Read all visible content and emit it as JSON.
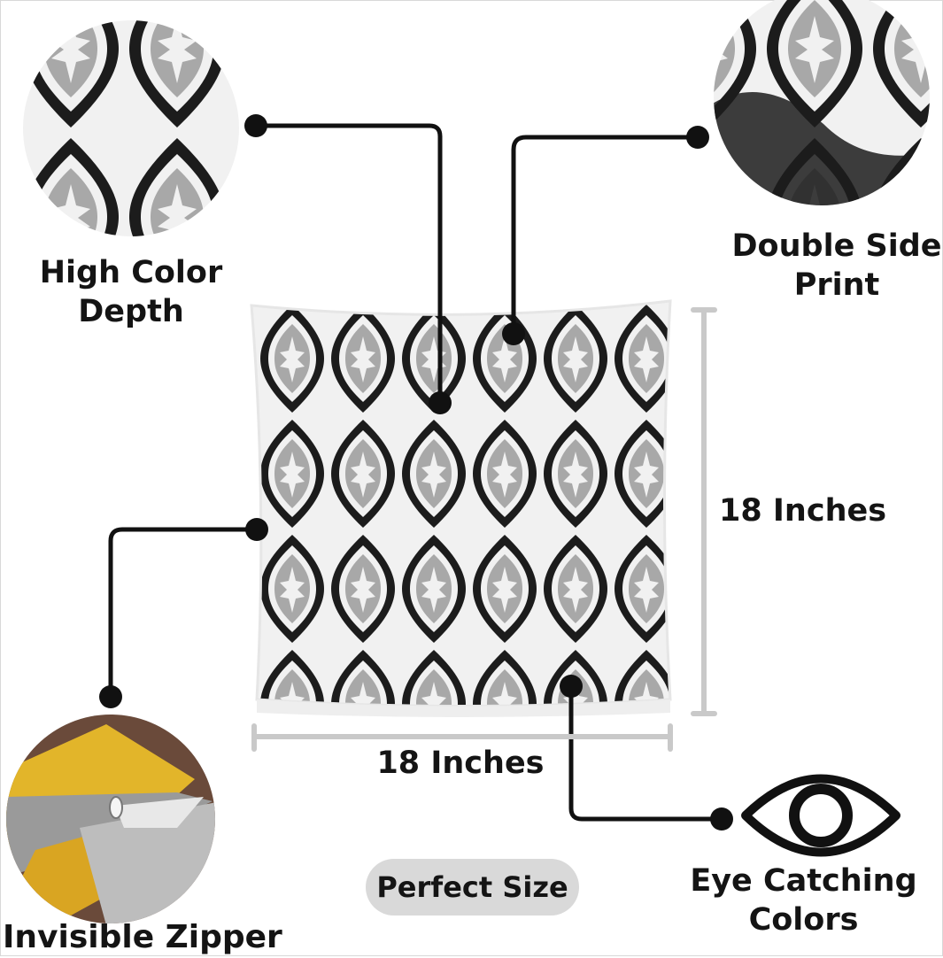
{
  "features": {
    "high_color_depth": "High Color\nDepth",
    "double_side_print": "Double Side\nPrint",
    "invisible_zipper": "Invisible Zipper",
    "eye_catching_colors": "Eye Catching\nColors"
  },
  "dimensions": {
    "height_label": "18 Inches",
    "width_label": "18 Inches"
  },
  "badge": {
    "perfect_size": "Perfect Size"
  },
  "colors": {
    "black": "#1c1c1c",
    "gray": "#a4a4a4",
    "white": "#f3f3f3",
    "dimension_line": "#c9c9c9",
    "zipper_yellow": "#e2b52a"
  },
  "icons": [
    "eye-icon"
  ]
}
